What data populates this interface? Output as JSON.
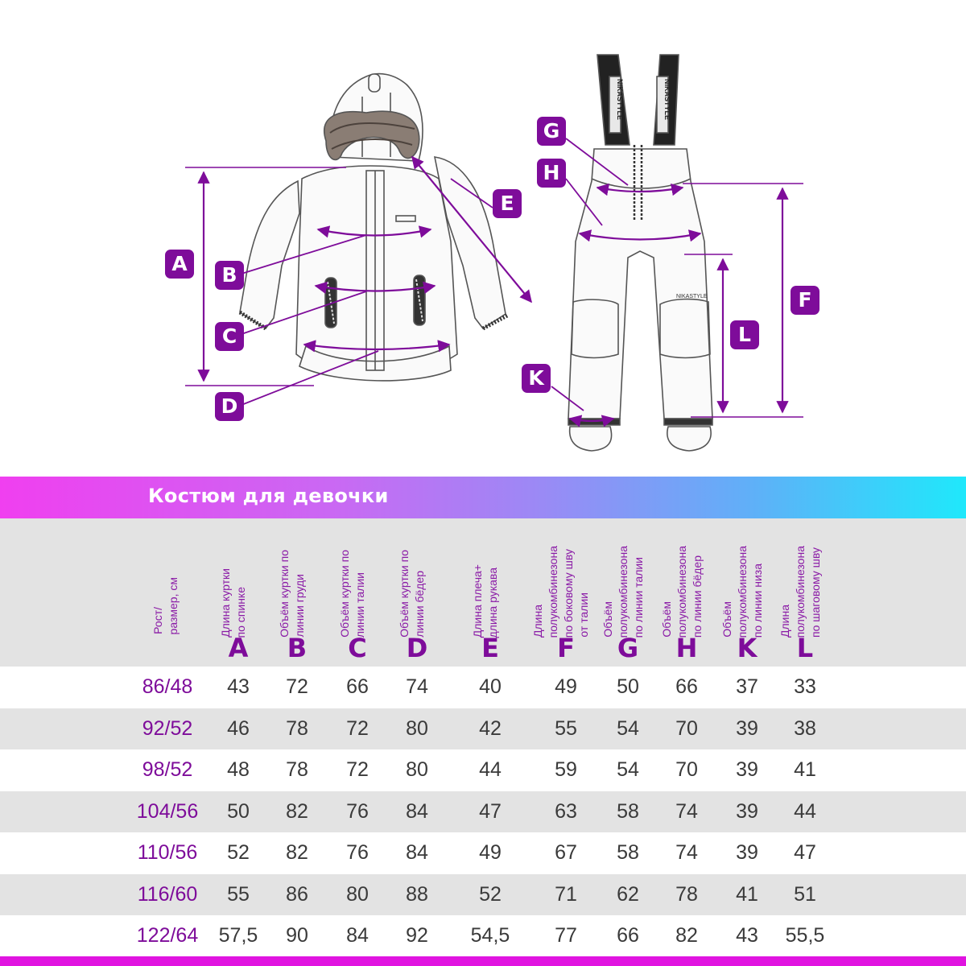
{
  "brand_text": "NIKASTYLE",
  "callouts": [
    "A",
    "B",
    "C",
    "D",
    "E",
    "F",
    "G",
    "H",
    "K",
    "L"
  ],
  "banner": {
    "title": "Костюм для девочки"
  },
  "table": {
    "size_header": [
      "Рост/",
      "размер, см"
    ],
    "columns": [
      {
        "letter": "A",
        "desc": [
          "Длина куртки",
          "по спинке"
        ]
      },
      {
        "letter": "B",
        "desc": [
          "Объём куртки по",
          "линии груди"
        ]
      },
      {
        "letter": "C",
        "desc": [
          "Объём куртки по",
          "линии талии"
        ]
      },
      {
        "letter": "D",
        "desc": [
          "Объём куртки по",
          "линии бёдер"
        ]
      },
      {
        "letter": "E",
        "desc": [
          "Длина плеча+",
          "длина рукава"
        ]
      },
      {
        "letter": "F",
        "desc": [
          "Длина",
          "полукомбинезона",
          "по боковому шву",
          "от талии"
        ]
      },
      {
        "letter": "G",
        "desc": [
          "Объём",
          "полукомбинезона",
          "по линии талии"
        ]
      },
      {
        "letter": "H",
        "desc": [
          "Объём",
          "полукомбинезона",
          "по линии бёдер"
        ]
      },
      {
        "letter": "K",
        "desc": [
          "Объём",
          "полукомбинезона",
          "по линии низа"
        ]
      },
      {
        "letter": "L",
        "desc": [
          "Длина",
          "полукомбинезона",
          "по шаговому шву"
        ]
      }
    ],
    "rows": [
      {
        "size": "86/48",
        "values": [
          "43",
          "72",
          "66",
          "74",
          "40",
          "49",
          "50",
          "66",
          "37",
          "33"
        ]
      },
      {
        "size": "92/52",
        "values": [
          "46",
          "78",
          "72",
          "80",
          "42",
          "55",
          "54",
          "70",
          "39",
          "38"
        ]
      },
      {
        "size": "98/52",
        "values": [
          "48",
          "78",
          "72",
          "80",
          "44",
          "59",
          "54",
          "70",
          "39",
          "41"
        ]
      },
      {
        "size": "104/56",
        "values": [
          "50",
          "82",
          "76",
          "84",
          "47",
          "63",
          "58",
          "74",
          "39",
          "44"
        ]
      },
      {
        "size": "110/56",
        "values": [
          "52",
          "82",
          "76",
          "84",
          "49",
          "67",
          "58",
          "74",
          "39",
          "47"
        ]
      },
      {
        "size": "116/60",
        "values": [
          "55",
          "86",
          "80",
          "88",
          "52",
          "71",
          "62",
          "78",
          "41",
          "51"
        ]
      },
      {
        "size": "122/64",
        "values": [
          "57,5",
          "90",
          "84",
          "92",
          "54,5",
          "77",
          "66",
          "82",
          "43",
          "55,5"
        ]
      }
    ]
  },
  "colors": {
    "accent": "#7e0c9a",
    "row_alt": "#e3e3e3",
    "bottom_bar": "#e014e0"
  }
}
